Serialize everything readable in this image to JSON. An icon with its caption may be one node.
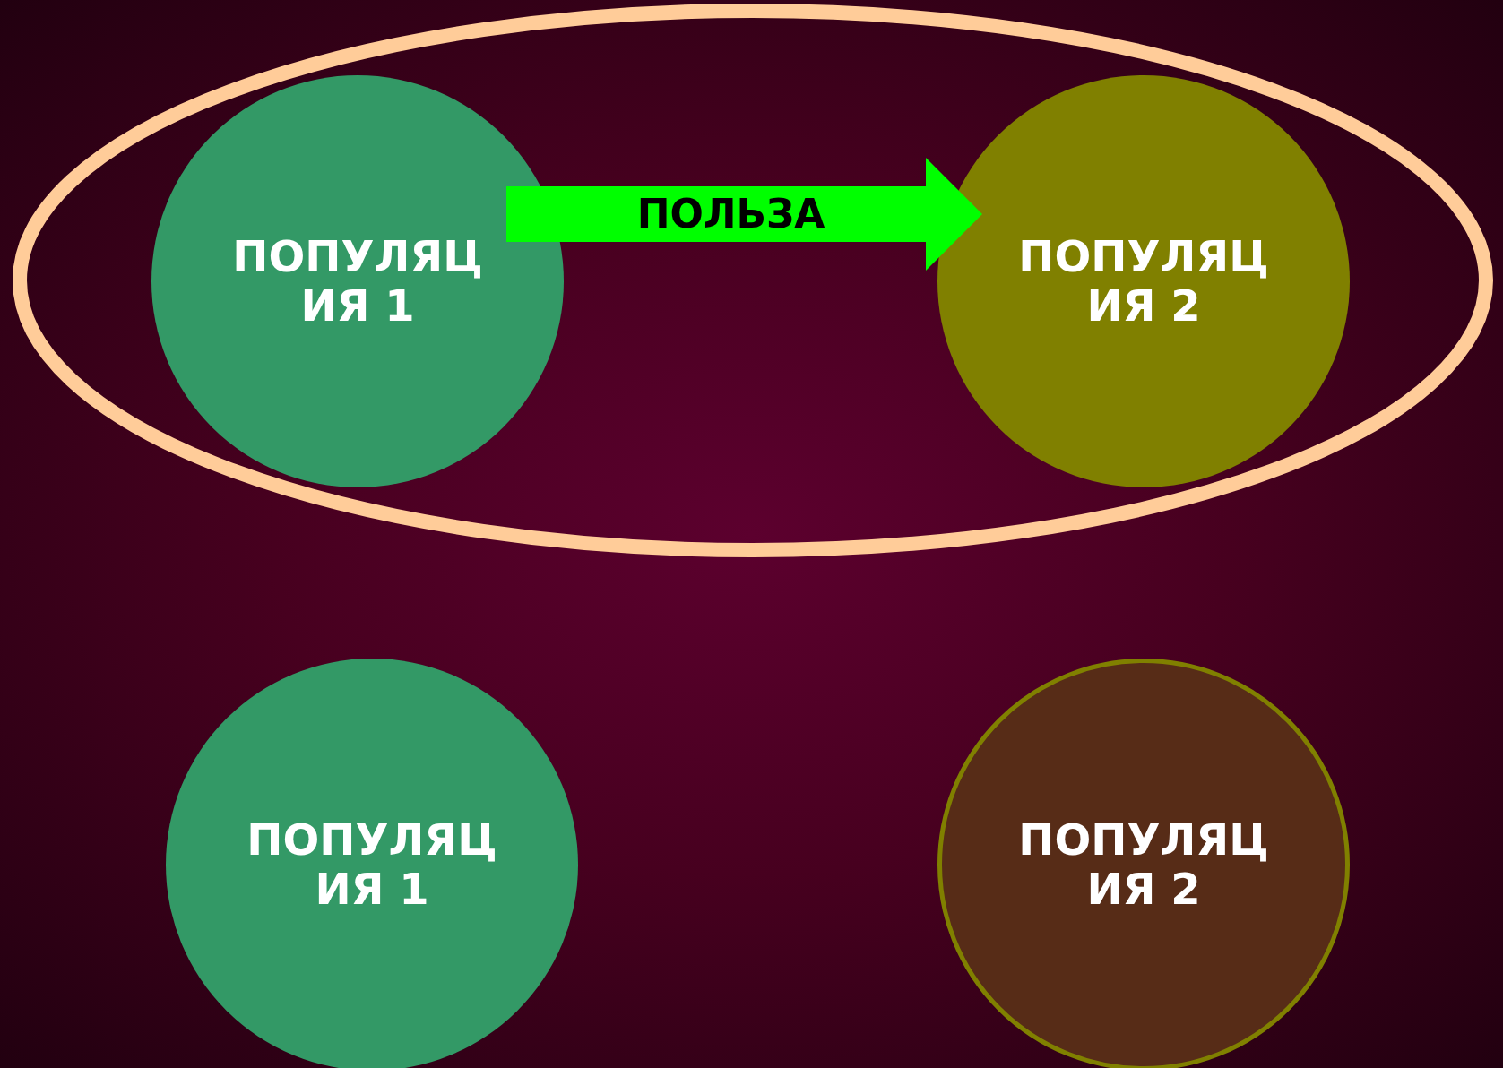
{
  "diagram": {
    "nodes": [
      {
        "text": [],
        "shape": "ellipse"
      },
      {
        "text": [
          "ПОПУЛЯЦИЯ 1"
        ],
        "in": 0
      },
      {
        "text": [
          "ПОПУЛЯЦИЯ 2"
        ],
        "in": 0
      },
      {
        "text": [
          "ПОПУЛЯЦИЯ 1"
        ]
      },
      {
        "text": [
          "ПОПУЛЯЦИЯ 2"
        ]
      }
    ],
    "edges": [
      {
        "from": 1,
        "to": 2,
        "arrow": "to",
        "label": "ПОЛЬЗА",
        "style": "thick",
        "color": "#00ff00"
      }
    ]
  }
}
